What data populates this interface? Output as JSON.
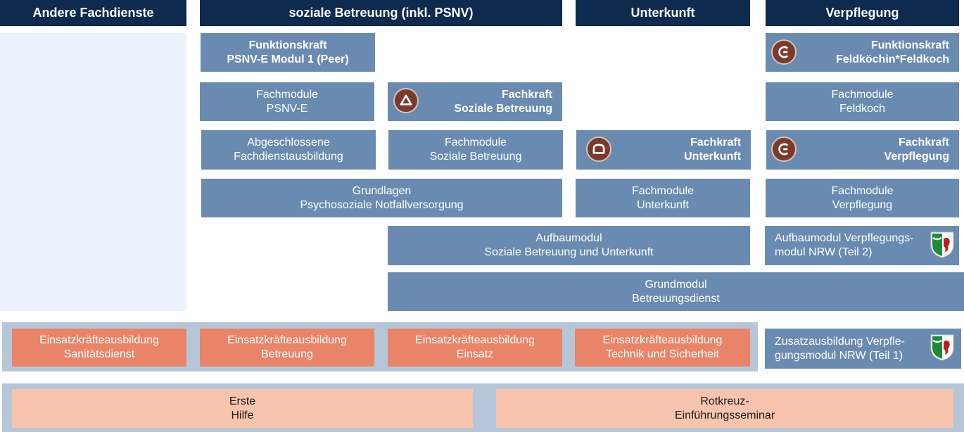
{
  "headers": {
    "andere": "Andere Fachdienste",
    "sozial": "soziale Betreuung (inkl. PSNV)",
    "unterkunft": "Unterkunft",
    "verpflegung": "Verpflegung"
  },
  "boxes": {
    "funktion_psnv": [
      "Funktionskraft",
      "PSNV-E Modul 1 (Peer)"
    ],
    "funktion_feldkoch": [
      "Funktionskraft",
      "Feldköchin*Feldkoch"
    ],
    "fach_psnv": [
      "Fachmodule",
      "PSNV-E"
    ],
    "fachkraft_sozial": [
      "Fachkraft",
      "Soziale Betreuung"
    ],
    "fach_feldkoch": [
      "Fachmodule",
      "Feldkoch"
    ],
    "abgeschlossen": [
      "Abgeschlossene",
      "Fachdienstausbildung"
    ],
    "fach_sozial": [
      "Fachmodule",
      "Soziale Betreuung"
    ],
    "fachkraft_unterkunft": [
      "Fachkraft",
      "Unterkunft"
    ],
    "fachkraft_verpflegung": [
      "Fachkraft",
      "Verpflegung"
    ],
    "grundlagen": [
      "Grundlagen",
      "Psychosoziale Notfallversorgung"
    ],
    "fach_unterkunft": [
      "Fachmodule",
      "Unterkunft"
    ],
    "fach_verpflegung": [
      "Fachmodule",
      "Verpflegung"
    ],
    "aufbau_sozial": [
      "Aufbaumodul",
      "Soziale Betreuung und Unterkunft"
    ],
    "aufbau_nrw": [
      "Aufbaumodul Verpflegungs-",
      "modul NRW (Teil 2)"
    ],
    "grundmodul": [
      "Grundmodul",
      "Betreuungsdienst"
    ],
    "zusatz_nrw": [
      "Zusatzausbildung Verpfle-",
      "gungsmodul NRW (Teil 1)"
    ]
  },
  "eka": {
    "sanitaet": [
      "Einsatzkräfteausbildung",
      "Sanitätsdienst"
    ],
    "betreuung": [
      "Einsatzkräfteausbildung",
      "Betreuung"
    ],
    "einsatz": [
      "Einsatzkräfteausbildung",
      "Einsatz"
    ],
    "technik": [
      "Einsatzkräfteausbildung",
      "Technik und Sicherheit"
    ]
  },
  "basis": {
    "erste_hilfe": [
      "Erste",
      "Hilfe"
    ],
    "rotkreuz": [
      "Rotkreuz-",
      "Einführungsseminar"
    ]
  },
  "icons": {
    "verpflegung": "verpflegung-tactical-sign-icon",
    "betreuung": "betreuung-tactical-sign-icon",
    "unterkunft": "unterkunft-tactical-sign-icon",
    "nrw": "nrw-coat-of-arms-icon"
  },
  "colors": {
    "header": "#0e2a4f",
    "module": "#6a8bb1",
    "eka": "#e98468",
    "basis": "#f9c4ad",
    "band": "#b6c6d9",
    "pale": "#eaf2fc",
    "badge": "#7b3a2a"
  }
}
